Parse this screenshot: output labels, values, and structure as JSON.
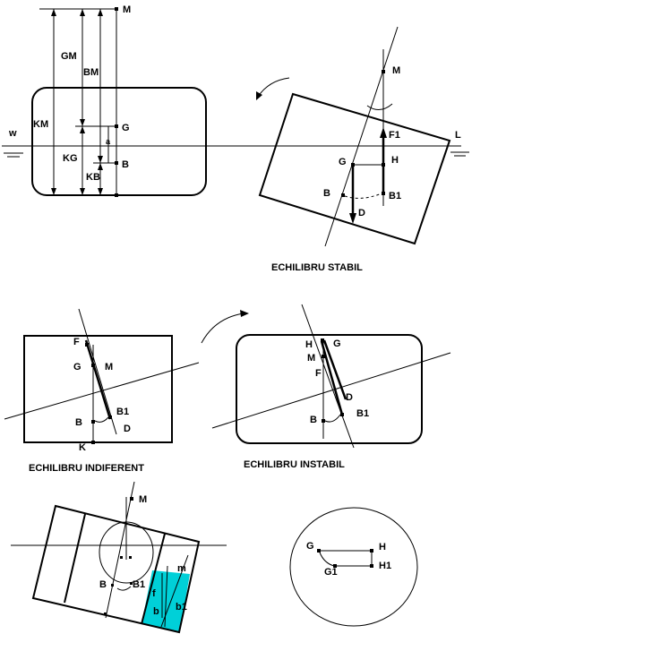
{
  "panel1": {
    "labels": {
      "M": "M",
      "GM": "GM",
      "BM": "BM",
      "KM": "KM",
      "G": "G",
      "a": "a",
      "KG": "KG",
      "B": "B",
      "KB": "KB",
      "w": "w"
    }
  },
  "panel2": {
    "labels": {
      "M": "M",
      "F1": "F1",
      "L": "L",
      "G": "G",
      "H": "H",
      "B": "B",
      "B1": "B1",
      "D": "D"
    },
    "caption": "ECHILIBRU STABIL"
  },
  "panel3": {
    "labels": {
      "F": "F",
      "G": "G",
      "M": "M",
      "B": "B",
      "B1": "B1",
      "D": "D",
      "K": "K"
    },
    "caption": "ECHILIBRU INDIFERENT"
  },
  "panel4": {
    "labels": {
      "H": "H",
      "G": "G",
      "M": "M",
      "F": "F",
      "D": "D",
      "B": "B",
      "B1": "B1"
    },
    "caption": "ECHILIBRU  INSTABIL"
  },
  "panel5": {
    "labels": {
      "M": "M",
      "m": "m",
      "B": "B",
      "B1": "B1",
      "f": "f",
      "b": "b",
      "b1": "b1"
    },
    "colors": {
      "fill": "#00d0d8"
    }
  },
  "panel6": {
    "labels": {
      "G": "G",
      "H": "H",
      "G1": "G1",
      "H1": "H1"
    }
  }
}
